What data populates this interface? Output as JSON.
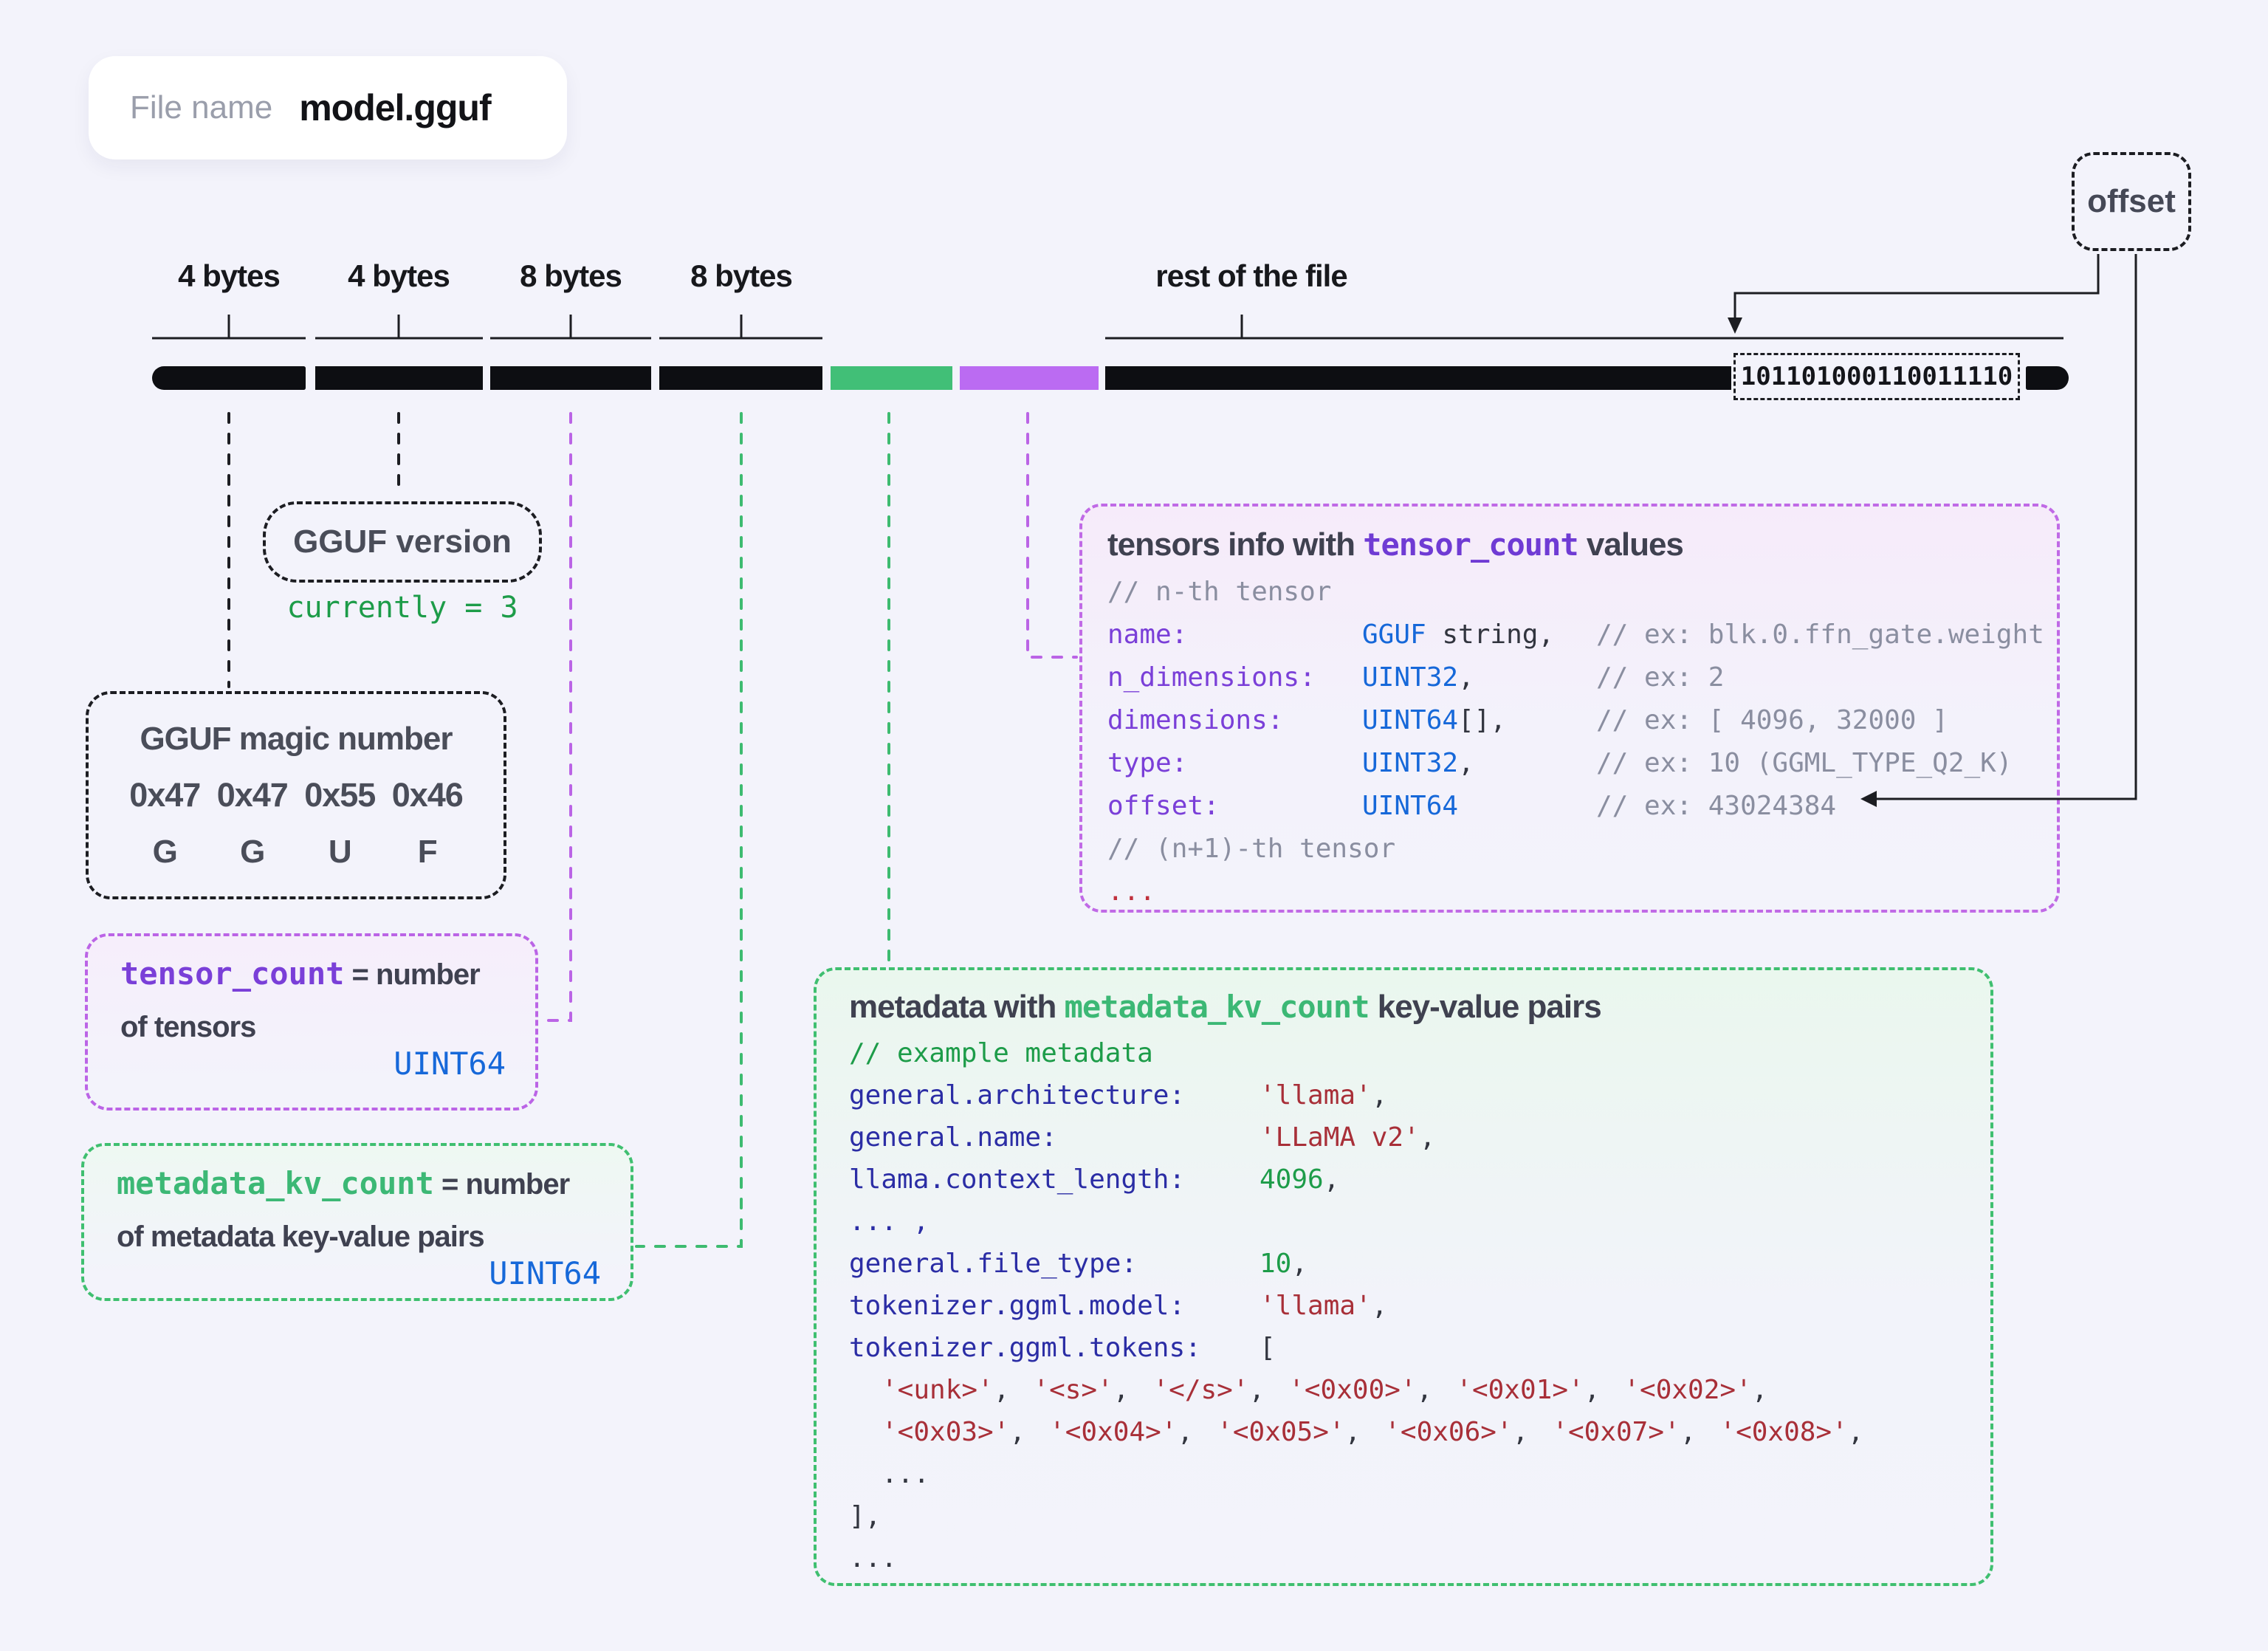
{
  "file_pill": {
    "label": "File name",
    "value": "model.gguf"
  },
  "offset_box": {
    "label": "offset"
  },
  "bar": {
    "byte_labels": [
      "4 bytes",
      "4 bytes",
      "8 bytes",
      "8 bytes"
    ],
    "rest_label": "rest of the file",
    "binary_value": "101101000110011110"
  },
  "version_box": {
    "title": "GGUF version",
    "note": "currently = 3"
  },
  "magic_box": {
    "title": "GGUF magic number",
    "bytes": [
      "0x47",
      "0x47",
      "0x55",
      "0x46"
    ],
    "chars": [
      "G",
      "G",
      "U",
      "F"
    ]
  },
  "tensor_count_box": {
    "mono": "tensor_count",
    "eq": " = number",
    "line2": "of tensors",
    "type": "UINT64"
  },
  "metadata_kv_box": {
    "mono": "metadata_kv_count",
    "eq": " = number",
    "line2": "of metadata key-value pairs",
    "type": "UINT64"
  },
  "tensors_box": {
    "title_pre": "tensors info with ",
    "title_mono": "tensor_count",
    "title_post": " values",
    "comment_top": "// n-th tensor",
    "rows": [
      {
        "key": "name:",
        "type_blue": "GGUF",
        "type_dark": " string,",
        "comment": "// ex: blk.0.ffn_gate.weight"
      },
      {
        "key": "n_dimensions:",
        "type_blue": "UINT32",
        "type_dark": ",",
        "comment": "// ex: 2"
      },
      {
        "key": "dimensions:",
        "type_blue": "UINT64",
        "type_dark": "[],",
        "comment": "// ex: [ 4096, 32000 ]"
      },
      {
        "key": "type:",
        "type_blue": "UINT32",
        "type_dark": ",",
        "comment": "// ex: 10 (GGML_TYPE_Q2_K)"
      },
      {
        "key": "offset:",
        "type_blue": "UINT64",
        "type_dark": "",
        "comment": "// ex: 43024384"
      }
    ],
    "comment_bottom": "// (n+1)-th tensor",
    "ellipsis": "..."
  },
  "metadata_box": {
    "title_pre": "metadata with ",
    "title_mono": "metadata_kv_count",
    "title_post": " key-value pairs",
    "comment": "// example metadata",
    "rows": [
      {
        "key": "general.architecture:",
        "value": "'llama'",
        "suffix": ","
      },
      {
        "key": "general.name:",
        "value": "'LLaMA v2'",
        "suffix": ","
      },
      {
        "key": "llama.context_length:",
        "value": "4096",
        "suffix": ","
      },
      {
        "key": "... ,",
        "value": "",
        "suffix": ""
      },
      {
        "key": "general.file_type:",
        "value": "10",
        "suffix": ","
      },
      {
        "key": "tokenizer.ggml.model:",
        "value": "'llama'",
        "suffix": ","
      },
      {
        "key": "tokenizer.ggml.tokens:",
        "value": "[",
        "suffix": ""
      }
    ],
    "comma": ",",
    "tokens_row1": [
      "'<unk>'",
      "'<s>'",
      "'</s>'",
      "'<0x00>'",
      "'<0x01>'",
      "'<0x02>'"
    ],
    "tokens_row2": [
      "'<0x03>'",
      "'<0x04>'",
      "'<0x05>'",
      "'<0x06>'",
      "'<0x07>'",
      "'<0x08>'"
    ],
    "ellipsis_inner": "...",
    "bracket_close": "],",
    "ellipsis_outer": "..."
  }
}
